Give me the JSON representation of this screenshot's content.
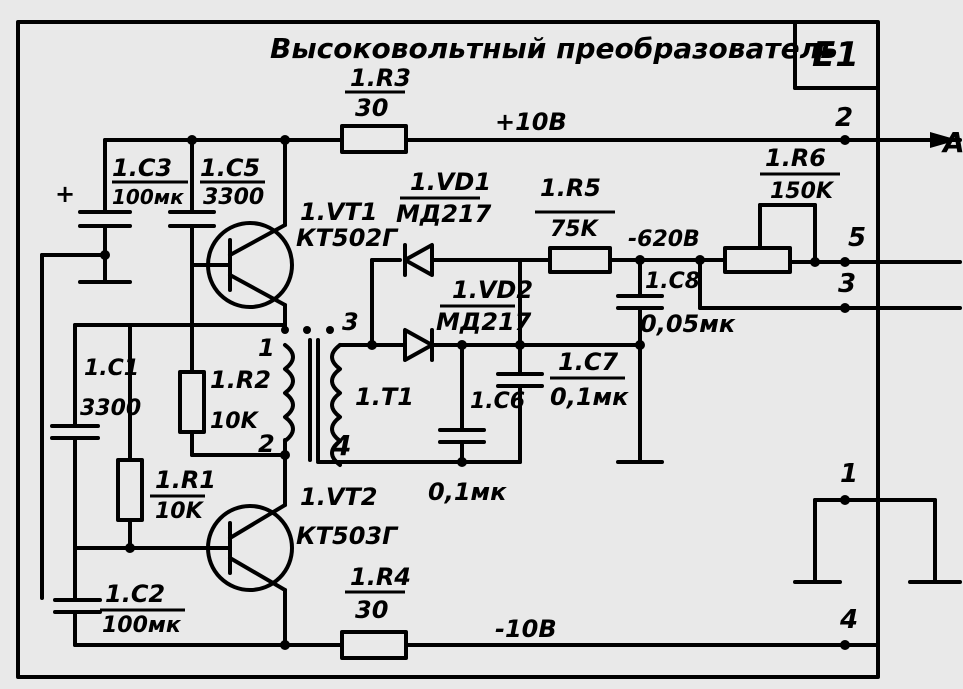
{
  "title": "Высоковольтный преобразователь",
  "block_id": "E1",
  "components": {
    "r3": {
      "ref": "1.R3",
      "value": "30"
    },
    "r4": {
      "ref": "1.R4",
      "value": "30"
    },
    "r5": {
      "ref": "1.R5",
      "value": "75K"
    },
    "r6": {
      "ref": "1.R6",
      "value": "150K"
    },
    "r2": {
      "ref": "1.R2",
      "value": "10K"
    },
    "r1": {
      "ref": "1.R1",
      "value": "10K"
    },
    "c3": {
      "ref": "1.C3",
      "value": "100мк"
    },
    "c5": {
      "ref": "1.C5",
      "value": "3300"
    },
    "c1": {
      "ref": "1.C1",
      "value": "3300"
    },
    "c2": {
      "ref": "1.C2",
      "value": "100мк"
    },
    "c6": {
      "ref": "1.C6",
      "value": "0,1мк"
    },
    "c7": {
      "ref": "1.C7",
      "value": "0,1мк"
    },
    "c8": {
      "ref": "1.C8",
      "value": "0,05мк"
    },
    "vt1": {
      "ref": "1.VT1",
      "type": "КТ502Г"
    },
    "vt2": {
      "ref": "1.VT2",
      "type": "КТ503Г"
    },
    "vd1": {
      "ref": "1.VD1",
      "type": "МД217"
    },
    "vd2": {
      "ref": "1.VD2",
      "type": "МД217"
    },
    "t1": {
      "ref": "1.T1"
    }
  },
  "labels": {
    "plus10": "+10В",
    "minus10": "-10В",
    "minus620": "-620В",
    "plus_sign": "+",
    "arrow_a": "А"
  },
  "pins": {
    "p1": "1",
    "p2": "2",
    "p3": "3",
    "p4": "4",
    "p5": "5",
    "coil1": "1",
    "coil2": "2",
    "coil3": "3",
    "coil4": "4"
  }
}
